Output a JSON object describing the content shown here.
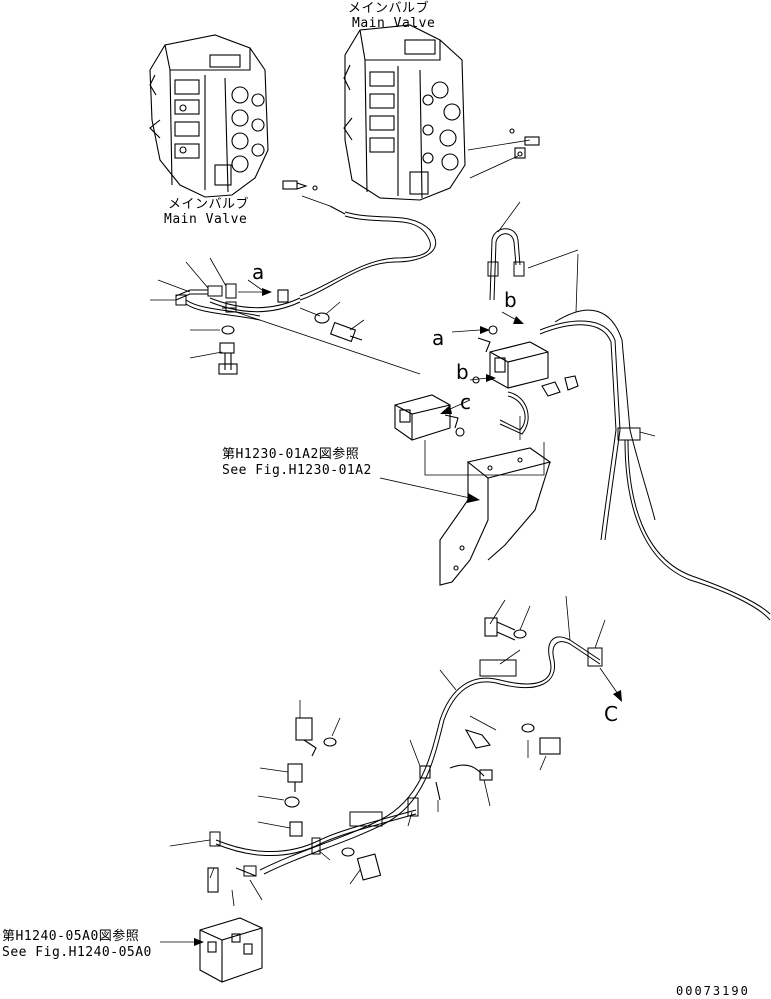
{
  "labels": {
    "main_valve_top_ja": "メインバルブ",
    "main_valve_top_en": "Main Valve",
    "main_valve_left_ja": "メインバルブ",
    "main_valve_left_en": "Main Valve",
    "see_fig_1_ja": "第H1230-01A2図参照",
    "see_fig_1_en": "See Fig.H1230-01A2",
    "see_fig_2_ja": "第H1240-05A0図参照",
    "see_fig_2_en": "See Fig.H1240-05A0",
    "drawing_number": "00073190"
  },
  "connection_letters": {
    "a_top": "a",
    "b_top": "b",
    "a_mid": "a",
    "b_mid": "b",
    "c_mid": "c",
    "c_bottom": "C"
  }
}
